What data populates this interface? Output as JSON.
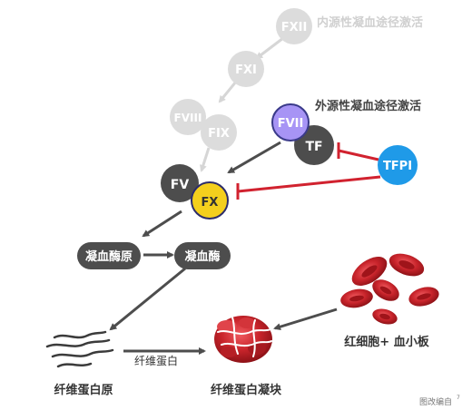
{
  "nodes": {
    "fxii": "FXII",
    "fxi": "FXI",
    "fviii": "FVIII",
    "fix": "FIX",
    "fvii": "FVII",
    "tf": "TF",
    "tfpi": "TFPI",
    "fv": "FV",
    "fx": "FX",
    "prothrombin": "凝血酶原",
    "thrombin": "凝血酶",
    "fibrinogen": "纤维蛋白原",
    "fibrin_clot": "纤维蛋白凝块",
    "rbc_platelets": "红细胞+ 血小板"
  },
  "labels": {
    "intrinsic": "内源性凝血途径激活",
    "extrinsic": "外源性凝血途径激活",
    "fibrin": "纤维蛋白",
    "watermark": "图改编自",
    "watermark_sup": "7"
  },
  "colors": {
    "faded": "#dcdcdc",
    "dark": "#4d4d4d",
    "fvii": "#a794f5",
    "fx": "#f4cf1d",
    "tfpi": "#1f9ae8",
    "inhibit": "#d1222f",
    "rbc": "#c8242b"
  }
}
